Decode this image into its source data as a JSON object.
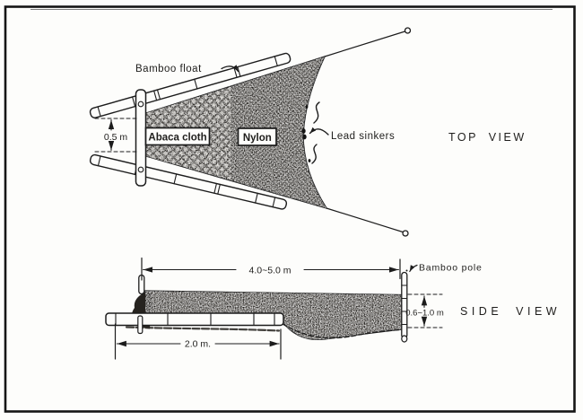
{
  "figure": {
    "description": "Scoop net construction drawing"
  },
  "top_view": {
    "view_label": "TOP VIEW",
    "bamboo_float_label": "Bamboo float",
    "abaca_label": "Abaca cloth",
    "nylon_label": "Nylon",
    "lead_sinkers_label": "Lead sinkers",
    "mouth_width": "0.5 m"
  },
  "side_view": {
    "view_label": "SIDE VIEW",
    "bamboo_pole_label": "Bamboo pole",
    "length": "4.0~5.0 m",
    "depth": "0.6~1.0 m",
    "float_length": "2.0 m."
  },
  "colors": {
    "ink": "#1c1c1c",
    "paper": "#fdfdfb"
  }
}
